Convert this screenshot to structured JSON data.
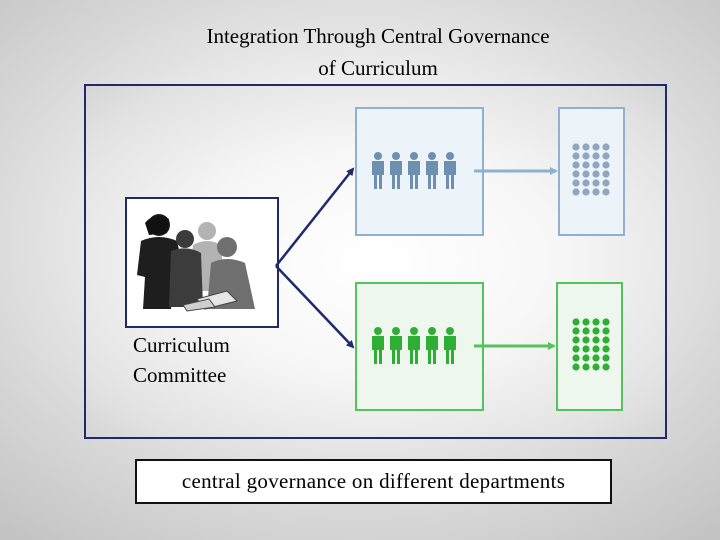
{
  "title": {
    "line1": "Integration Through Central Governance",
    "line2": "of Curriculum"
  },
  "committee": {
    "label_line1": "Curriculum",
    "label_line2": "Committee"
  },
  "footer": {
    "text": "central governance on different departments"
  },
  "colors": {
    "frame_border": "#1f2a6e",
    "blue_group": "#8fb0cf",
    "blue_figures": "#6e90b0",
    "green_group": "#55c25a",
    "green_figures": "#2fae34",
    "connector": "#1f2a6e"
  },
  "icons": {
    "committee": "people-meeting-silhouette-icon",
    "department": "people-group-icon",
    "result": "dot-grid-icon"
  }
}
